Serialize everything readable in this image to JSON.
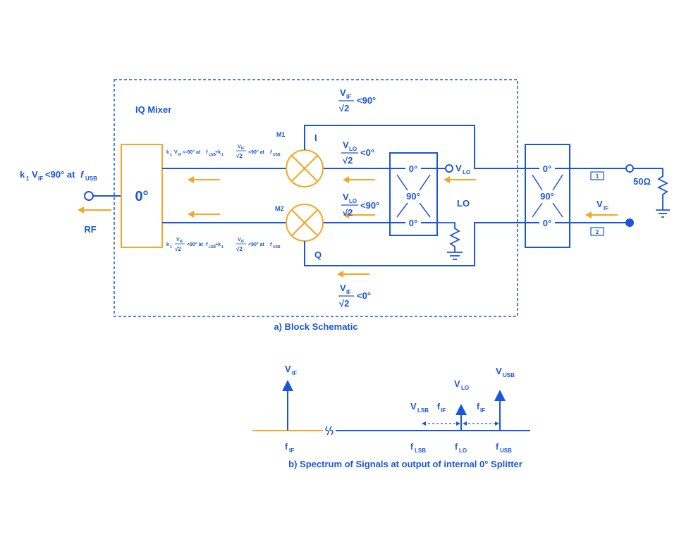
{
  "colors": {
    "blue": "#1a56db",
    "orange": "#f5a623"
  },
  "block": {
    "title": "IQ Mixer",
    "caption": "a) Block Schematic",
    "rf_signal_main": "k",
    "rf_signal_sub1": "1",
    "rf_signal_v": "V",
    "rf_signal_sub2": "IF",
    "rf_signal_rest": "<90° at",
    "rf_signal_f": "f",
    "rf_signal_sub3": "USB",
    "rf_label": "RF",
    "splitter_label": "0°",
    "m1_label": "M1",
    "m2_label": "M2",
    "i_label": "I",
    "q_label": "Q",
    "lo_label": "LO",
    "ohm_label": "50Ω",
    "port1": "1",
    "port2": "2",
    "hybrid_lo": {
      "top": "0°",
      "mid": "90°",
      "bot": "0°"
    },
    "hybrid_if": {
      "top": "0°",
      "mid": "90°",
      "bot": "0°"
    },
    "v": "V",
    "sub_lo": "LO",
    "sub_if": "IF",
    "sqrt2": "√2",
    "ang_0": "<0°",
    "ang_90": "<90°",
    "upper_expr": "k₁ V_IF <-90° at f_LSB + k₁ V_IF/√2 <90° at f_USB",
    "upper_a": "k",
    "upper_b": "1",
    "upper_c": "V",
    "upper_d": "IF",
    "upper_e": "<-90° at",
    "upper_f": "f",
    "upper_g": "LSB",
    "upper_h": "+k",
    "upper_i": "1",
    "upper_j": "<90° at",
    "upper_k": "f",
    "upper_l": "USB",
    "lower_a": "k",
    "lower_b": "1",
    "lower_c": "<90° at",
    "lower_d": "f",
    "lower_e": "LSB",
    "lower_f": "+k",
    "lower_g": "1",
    "lower_h": "<90° at",
    "lower_i": "f",
    "lower_j": "USB"
  },
  "spectrum": {
    "caption": "b) Spectrum of Signals at output of internal 0° Splitter",
    "v": "V",
    "f": "f",
    "sub_if": "IF",
    "sub_lo": "LO",
    "sub_lsb": "LSB",
    "sub_usb": "USB"
  }
}
